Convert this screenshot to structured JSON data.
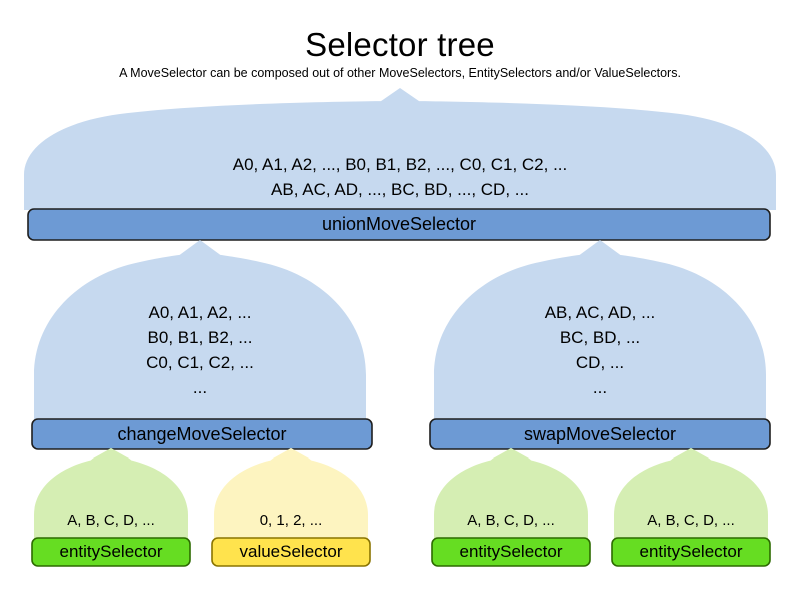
{
  "header": {
    "title": "Selector tree",
    "subtitle": "A MoveSelector can be composed out of other MoveSelectors, EntitySelectors and/or ValueSelectors."
  },
  "colors": {
    "balloon_blue_fill": "#c6d9ef",
    "bar_blue_fill": "#6d9ad4",
    "bar_blue_stroke": "#1f1f1f",
    "balloon_green_fill": "#d5eeb3",
    "box_green_fill": "#66dd22",
    "box_green_stroke": "#2d6b00",
    "balloon_yellow_fill": "#fdf4c0",
    "box_yellow_fill": "#ffe34d",
    "box_yellow_stroke": "#8a7400",
    "background": "#ffffff",
    "text": "#000000"
  },
  "nodes": {
    "union": {
      "label": "unionMoveSelector",
      "content": "A0, A1, A2, ..., B0, B1, B2, ..., C0, C1, C2, ...\nAB, AC, AD, ..., BC, BD, ..., CD, ...",
      "lines": [
        "A0, A1, A2, ..., B0, B1, B2, ..., C0, C1, C2, ...",
        "AB, AC, AD, ..., BC, BD, ..., CD, ..."
      ],
      "kind": "move-selector"
    },
    "change": {
      "label": "changeMoveSelector",
      "content": "A0, A1, A2, ...\nB0, B1, B2, ...\nC0, C1, C2, ...\n...",
      "lines": [
        "A0, A1, A2, ...",
        "B0, B1, B2, ...",
        "C0, C1, C2, ...",
        "..."
      ],
      "kind": "move-selector"
    },
    "swap": {
      "label": "swapMoveSelector",
      "content": "AB, AC, AD, ...\nBC, BD, ...\nCD, ...\n...",
      "lines": [
        "AB, AC, AD, ...",
        "BC, BD, ...",
        "CD, ...",
        "..."
      ],
      "kind": "move-selector"
    },
    "entity_change": {
      "label": "entitySelector",
      "content": "A, B, C, D, ...",
      "kind": "entity-selector"
    },
    "value_change": {
      "label": "valueSelector",
      "content": "0, 1, 2, ...",
      "kind": "value-selector"
    },
    "entity_swap_left": {
      "label": "entitySelector",
      "content": "A, B, C, D, ...",
      "kind": "entity-selector"
    },
    "entity_swap_right": {
      "label": "entitySelector",
      "content": "A, B, C, D, ...",
      "kind": "entity-selector"
    }
  },
  "edges": [
    {
      "from": "change",
      "to": "union"
    },
    {
      "from": "swap",
      "to": "union"
    },
    {
      "from": "entity_change",
      "to": "change"
    },
    {
      "from": "value_change",
      "to": "change"
    },
    {
      "from": "entity_swap_left",
      "to": "swap"
    },
    {
      "from": "entity_swap_right",
      "to": "swap"
    }
  ]
}
